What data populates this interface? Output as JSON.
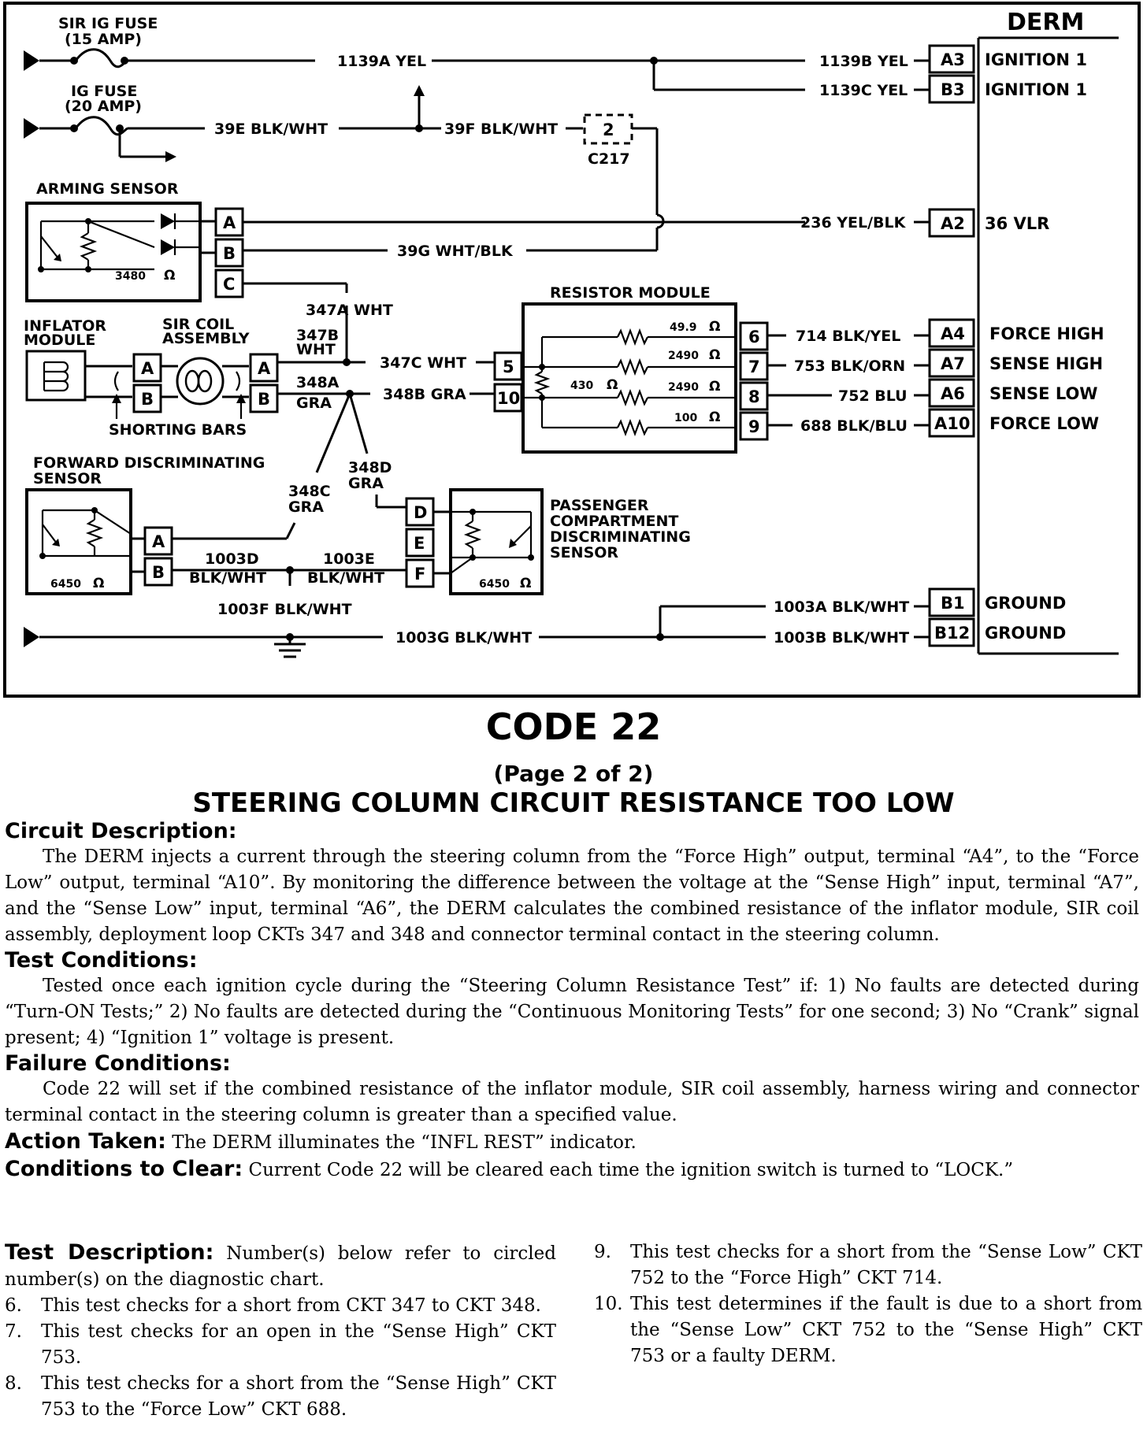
{
  "diagram": {
    "derm": "DERM",
    "fuse_sir": [
      "SIR IG FUSE",
      "(15 AMP)"
    ],
    "fuse_ig": [
      "IG FUSE",
      "(20 AMP)"
    ],
    "wire_1139a": "1139A YEL",
    "wire_1139b": "1139B YEL",
    "wire_1139c": "1139C YEL",
    "wire_39e": "39E BLK/WHT",
    "wire_39f": "39F BLK/WHT",
    "conn_c217_pin": "2",
    "conn_c217": "C217",
    "arming_sensor": "ARMING SENSOR",
    "arming_res": "3480",
    "ohm": "Ω",
    "pin_A": "A",
    "pin_B": "B",
    "pin_C": "C",
    "pin_D": "D",
    "pin_E": "E",
    "pin_F": "F",
    "wire_236": "236 YEL/BLK",
    "wire_39g": "39G WHT/BLK",
    "wire_347a": "347A WHT",
    "resistor_module": "RESISTOR MODULE",
    "inflator_module": [
      "INFLATOR",
      "MODULE"
    ],
    "sir_coil": [
      "SIR COIL",
      "ASSEMBLY"
    ],
    "wire_347b": [
      "347B",
      "WHT"
    ],
    "wire_348a": [
      "348A",
      "GRA"
    ],
    "wire_347c": "347C WHT",
    "wire_348b": "348B GRA",
    "rm_pin_5": "5",
    "rm_pin_10": "10",
    "rm_pin_6": "6",
    "rm_pin_7": "7",
    "rm_pin_8": "8",
    "rm_pin_9": "9",
    "res_49": "49.9",
    "res_2490a": "2490",
    "res_2490b": "2490",
    "res_100": "100",
    "res_430": "430",
    "wire_714": "714 BLK/YEL",
    "wire_753": "753 BLK/ORN",
    "wire_752": "752 BLU",
    "wire_688": "688 BLK/BLU",
    "shorting_bars": "SHORTING BARS",
    "fwd_sensor": [
      "FORWARD DISCRIMINATING",
      "SENSOR"
    ],
    "wire_348c": [
      "348C",
      "GRA"
    ],
    "wire_348d": [
      "348D",
      "GRA"
    ],
    "pass_sensor": [
      "PASSENGER",
      "COMPARTMENT",
      "DISCRIMINATING",
      "SENSOR"
    ],
    "sensor_res": "6450",
    "wire_1003d": [
      "1003D",
      "BLK/WHT"
    ],
    "wire_1003e": [
      "1003E",
      "BLK/WHT"
    ],
    "wire_1003f": "1003F BLK/WHT",
    "wire_1003g": "1003G BLK/WHT",
    "wire_1003a": "1003A BLK/WHT",
    "wire_1003b": "1003B BLK/WHT",
    "derm_pins": [
      {
        "pin": "A3",
        "label": "IGNITION 1"
      },
      {
        "pin": "B3",
        "label": "IGNITION 1"
      },
      {
        "pin": "A2",
        "label": "36 VLR"
      },
      {
        "pin": "A4",
        "label": "FORCE HIGH"
      },
      {
        "pin": "A7",
        "label": "SENSE HIGH"
      },
      {
        "pin": "A6",
        "label": "SENSE LOW"
      },
      {
        "pin": "A10",
        "label": "FORCE LOW"
      },
      {
        "pin": "B1",
        "label": "GROUND"
      },
      {
        "pin": "B12",
        "label": "GROUND"
      }
    ]
  },
  "title": {
    "code": "CODE 22",
    "page": "(Page 2 of 2)",
    "main": "STEERING COLUMN CIRCUIT RESISTANCE TOO LOW"
  },
  "sections": {
    "circuit_head": "Circuit Description:",
    "circuit_text": "The DERM injects a current through the steering column from the “Force High” output, terminal “A4”, to the “Force Low” output, terminal “A10”. By monitoring the difference between the voltage at the “Sense High” input, terminal “A7”, and the “Sense Low” input, terminal “A6”, the DERM calculates the combined resistance of the inflator module, SIR coil assembly, deployment loop CKTs 347 and 348 and connector terminal contact in the steering column.",
    "test_head": "Test Conditions:",
    "test_text": "Tested once each ignition cycle during the “Steering Column Resistance Test” if: 1) No faults are detected during “Turn-ON Tests;” 2) No faults are detected during the “Continuous Monitoring Tests” for one second; 3) No “Crank” signal present; 4) “Ignition 1” voltage is present.",
    "failure_head": "Failure Conditions:",
    "failure_text": "Code 22 will set if the combined resistance of the inflator module, SIR coil assembly, harness wiring and connector terminal contact in the steering column is greater than a specified value.",
    "action_head": "Action Taken:",
    "action_text": "The DERM illuminates the “INFL REST” indicator.",
    "clear_head": "Conditions to Clear:",
    "clear_text": "Current Code 22 will be cleared each time the ignition switch is turned to “LOCK.”",
    "testdesc_head": "Test Description:",
    "testdesc_text": "Number(s) below refer to circled number(s) on the diagnostic chart."
  },
  "test_items": [
    {
      "num": "6.",
      "text": "This test checks for a short from CKT 347 to CKT 348."
    },
    {
      "num": "7.",
      "text": "This test checks for an open in the “Sense High” CKT 753."
    },
    {
      "num": "8.",
      "text": "This test checks for a short from the “Sense High” CKT 753 to the “Force Low” CKT 688."
    },
    {
      "num": "9.",
      "text": "This test checks for a short from the “Sense Low” CKT 752 to the “Force High” CKT 714."
    },
    {
      "num": "10.",
      "text": "This test determines if the fault is due to a short from the “Sense Low” CKT 752 to the “Sense High” CKT 753 or a faulty DERM."
    }
  ]
}
